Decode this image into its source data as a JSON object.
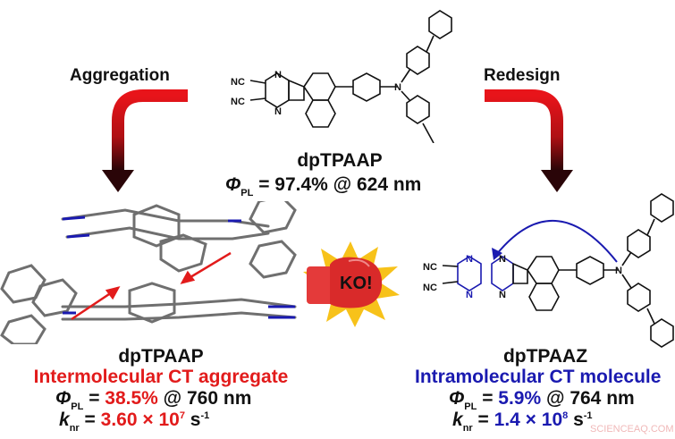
{
  "arrows": {
    "left_label": "Aggregation",
    "right_label": "Redesign"
  },
  "top_molecule": {
    "name": "dpTPAAP",
    "phi_symbol": "Φ",
    "phi_sub": "PL",
    "phi_value": "= 97.4% @ 624 nm",
    "substituent_labels": [
      "NC",
      "NC",
      "N",
      "N",
      "N"
    ]
  },
  "left_panel": {
    "name": "dpTPAAP",
    "description": "Intermolecular CT aggregate",
    "phi_symbol": "Φ",
    "phi_sub": "PL",
    "phi_eq": "= ",
    "phi_value": "38.5%",
    "phi_wavelength": " @ 760 nm",
    "k_symbol": "k",
    "k_sub": "nr",
    "k_eq": "= ",
    "k_value": "3.60 × 10",
    "k_exp": "7",
    "k_unit": " s",
    "k_unit_exp": "-1",
    "accent_color": "#e21b1b"
  },
  "right_panel": {
    "name": "dpTPAAZ",
    "description": "Intramolecular CT molecule",
    "phi_symbol": "Φ",
    "phi_sub": "PL",
    "phi_eq": "= ",
    "phi_value": "5.9%",
    "phi_wavelength": " @ 764 nm",
    "k_symbol": "k",
    "k_sub": "nr",
    "k_eq": "= ",
    "k_value": "1.4 × 10",
    "k_exp": "8",
    "k_unit": " s",
    "k_unit_exp": "-1",
    "accent_color": "#1a1ab0",
    "substituent_labels": [
      "NC",
      "NC",
      "N",
      "N",
      "N",
      "N",
      "N"
    ]
  },
  "center_badge": {
    "text": "KO!"
  },
  "watermark": "SCIENCEAQ.COM"
}
